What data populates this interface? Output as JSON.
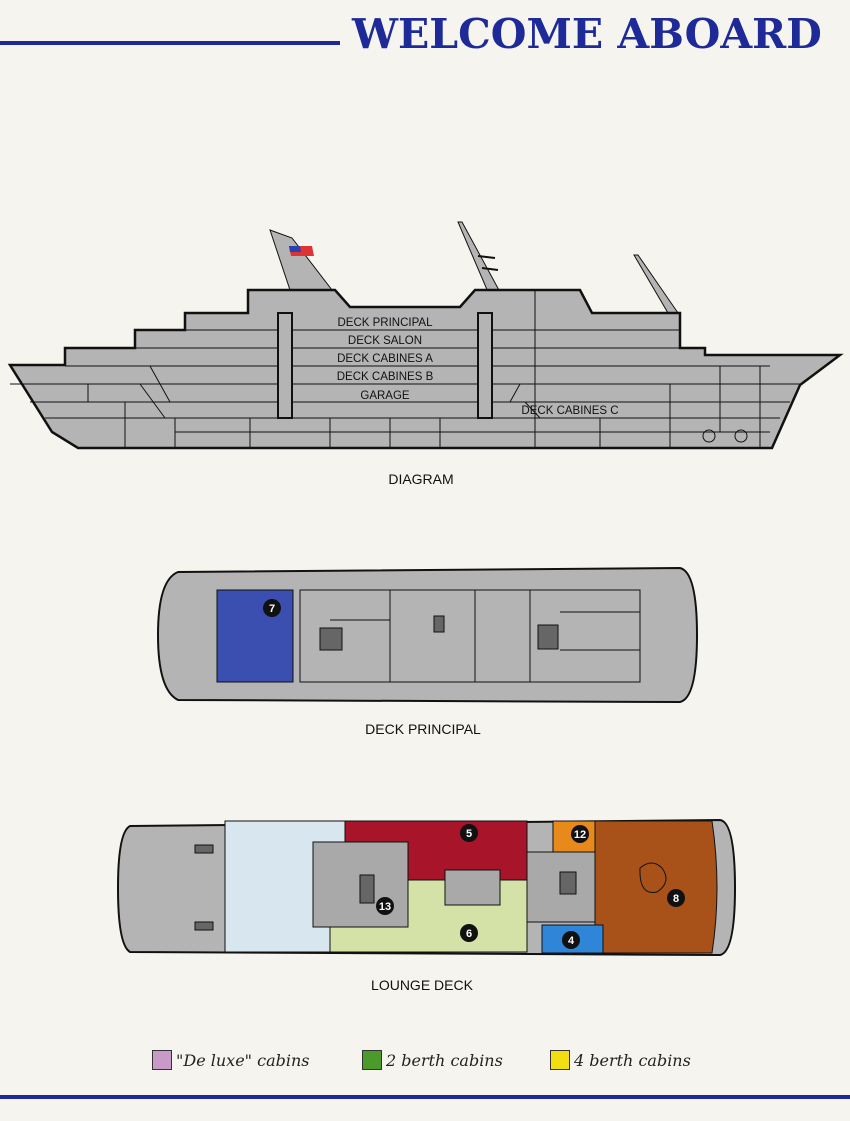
{
  "header": {
    "title": "WELCOME ABOARD"
  },
  "ship_profile": {
    "caption": "DIAGRAM",
    "deck_labels": [
      "DECK PRINCIPAL",
      "DECK SALON",
      "DECK CABINES A",
      "DECK CABINES B",
      "GARAGE",
      "DECK CABINES C"
    ]
  },
  "deck_principal": {
    "caption": "DECK PRINCIPAL",
    "areas": [
      {
        "number": "7",
        "color": "#3a4fb0"
      }
    ]
  },
  "lounge_deck": {
    "caption": "LOUNGE DECK",
    "areas": [
      {
        "number": "5",
        "color": "#a8142a"
      },
      {
        "number": "12",
        "color": "#e8891c"
      },
      {
        "number": "13",
        "color": "#a9a9a9"
      },
      {
        "number": "6",
        "color": "#d4e2a8"
      },
      {
        "number": "4",
        "color": "#2f86d8"
      },
      {
        "number": "8",
        "color": "#a8521a"
      }
    ]
  },
  "legend": [
    {
      "label": "\"De luxe\" cabins",
      "color": "#c89ac8"
    },
    {
      "label": "2 berth cabins",
      "color": "#4d9a2c"
    },
    {
      "label": "4 berth cabins",
      "color": "#f2df10"
    }
  ],
  "colors": {
    "brand_blue": "#1d2a98",
    "hull_gray": "#b4b4b4"
  }
}
